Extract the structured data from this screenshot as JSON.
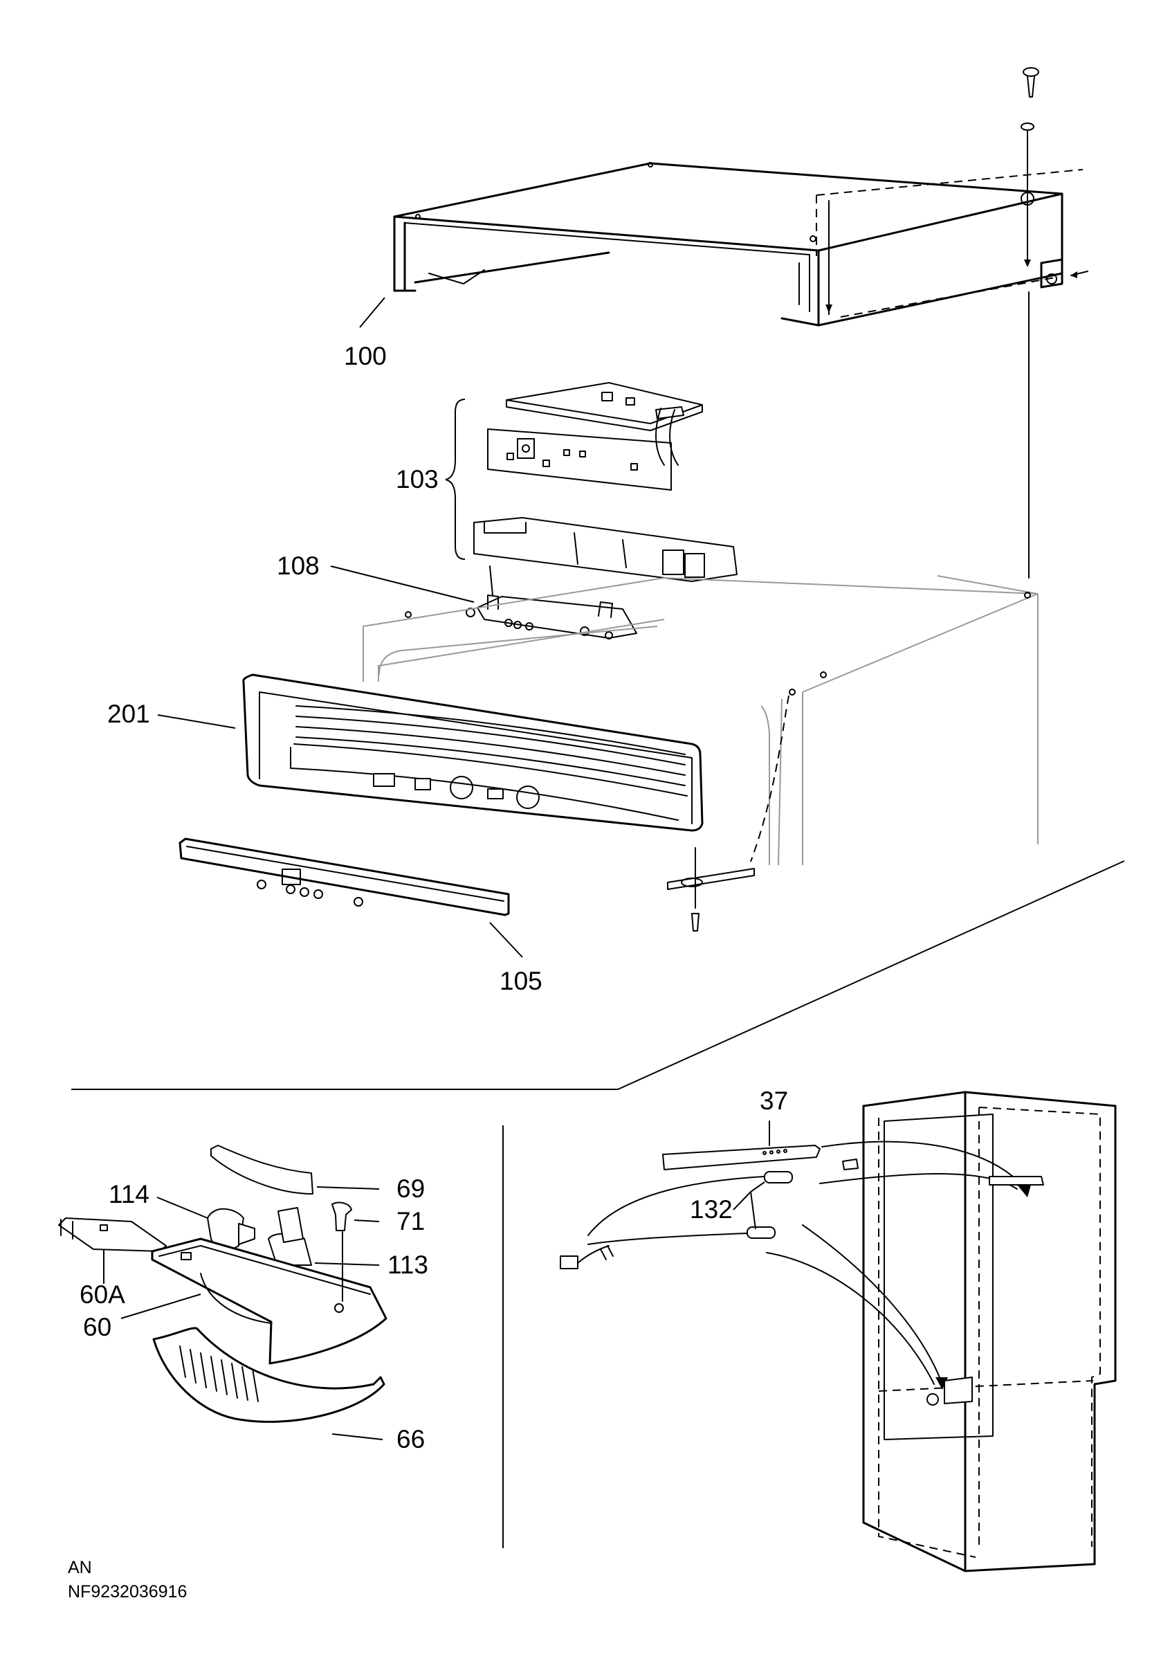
{
  "callouts": {
    "c100": "100",
    "c103": "103",
    "c108": "108",
    "c201": "201",
    "c105": "105",
    "c37": "37",
    "c132": "132",
    "c114": "114",
    "c69": "69",
    "c71": "71",
    "c113": "113",
    "c60A": "60A",
    "c60": "60",
    "c66": "66"
  },
  "footer": {
    "line1": "AN",
    "line2": "NF9232036916"
  }
}
